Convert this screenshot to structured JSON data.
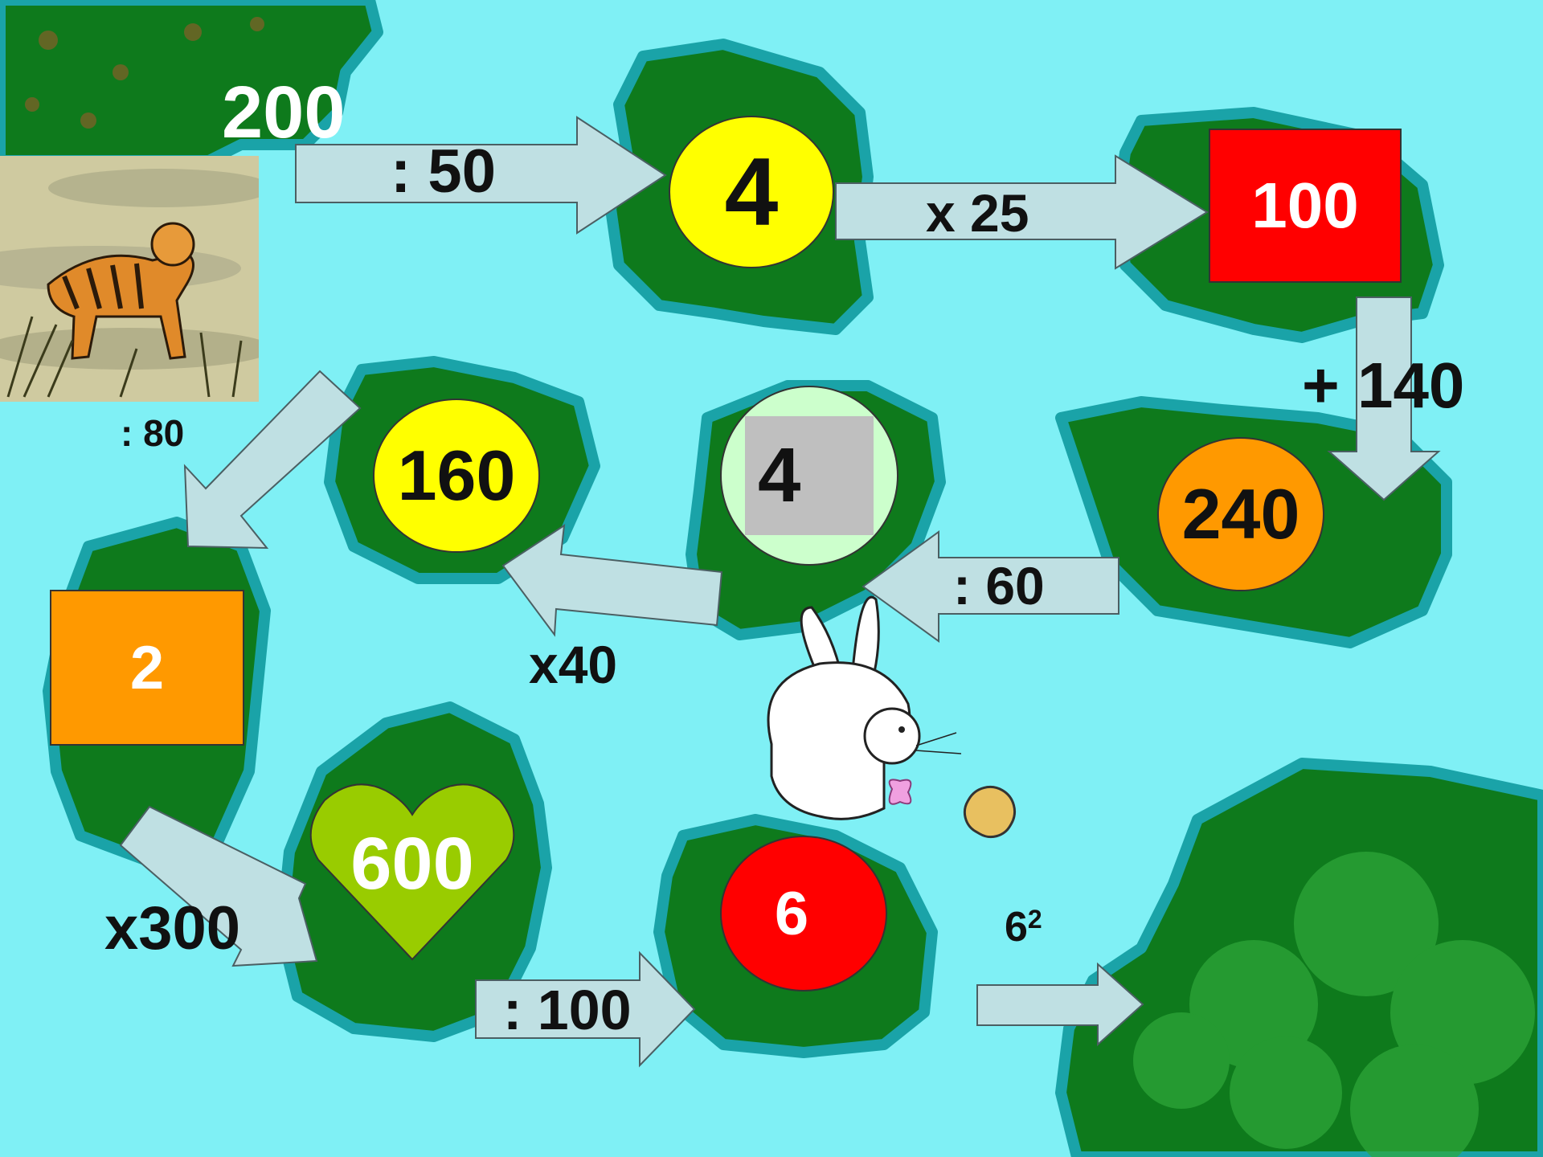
{
  "colors": {
    "water": "#7ff0f5",
    "island": "#0e7a1c",
    "shore": "#1aa3a8",
    "arrow": "#bfe0e3",
    "yellow": "#ffff00",
    "red": "#ff0000",
    "orange": "#ff9900",
    "green_light": "#ccffcc",
    "gray": "#bfbfbf",
    "heart": "#99cc00"
  },
  "start": {
    "value": "200"
  },
  "steps": [
    {
      "id": "op1",
      "label": ": 50"
    },
    {
      "id": "op2",
      "label": "x 25"
    },
    {
      "id": "op3",
      "label": "+ 140"
    },
    {
      "id": "op4",
      "label": ": 60"
    },
    {
      "id": "op5",
      "label": "x40"
    },
    {
      "id": "op6",
      "label": ": 80"
    },
    {
      "id": "op7",
      "label": "x300"
    },
    {
      "id": "op8",
      "label": ": 100"
    },
    {
      "id": "op9_base",
      "label": "6"
    },
    {
      "id": "op9_exp",
      "label": "2"
    }
  ],
  "nodes": {
    "n1": "4",
    "n2": "100",
    "n3": "240",
    "n4": "4",
    "n5": "160",
    "n6": "2",
    "n7": "600",
    "n8": "6"
  },
  "images": {
    "tiger": "tiger-picture",
    "rabbit": "rabbit-picture",
    "egg": "egg-icon"
  }
}
